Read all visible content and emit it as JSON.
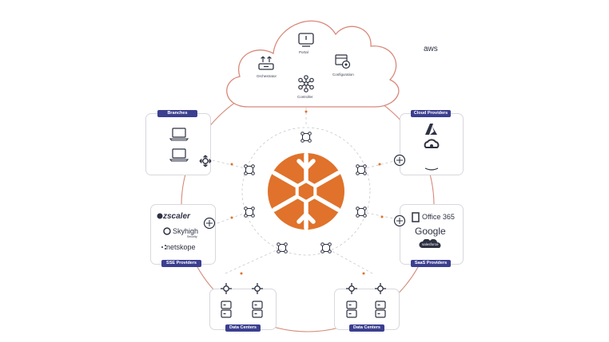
{
  "cloud": {
    "portal": "Portal",
    "orchestrator": "Orchestrator",
    "configuration": "Configuration",
    "controller": "Controller"
  },
  "branches": {
    "title": "Branches"
  },
  "cloud_providers": {
    "title": "Cloud Providers",
    "aws": "aws"
  },
  "sse_providers": {
    "title": "SSE Providers",
    "zscaler": "zscaler",
    "skyhigh": "Skyhigh",
    "skyhigh_sub": "Security",
    "netskope": "netskope"
  },
  "saas_providers": {
    "title": "SaaS Providers",
    "office": "Office 365",
    "google": "Google",
    "salesforce": "salesforce"
  },
  "data_centers_left": {
    "title": "Data Centers"
  },
  "data_centers_right": {
    "title": "Data Centers"
  },
  "colors": {
    "accent": "#e0722b",
    "cloud_outline": "#d9887a",
    "badge": "#3b3f8f",
    "icon": "#2d3142"
  }
}
